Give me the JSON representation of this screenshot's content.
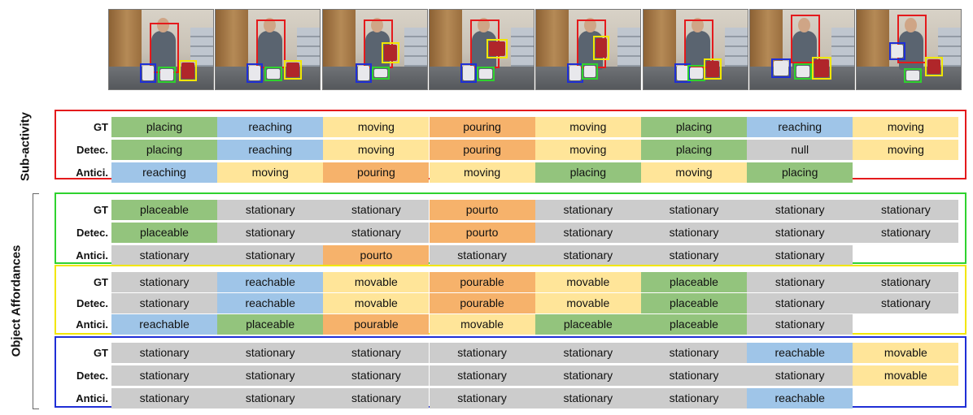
{
  "labels": {
    "sub_activity": "Sub-activity",
    "object_affordances": "Object Affordances"
  },
  "row_labels": [
    "GT",
    "Detec.",
    "Antici."
  ],
  "box_colors": {
    "person": "#e41a1c",
    "green_object": "#2fd22f",
    "yellow_object": "#f2e600",
    "blue_object": "#1f2fd6"
  },
  "cell_colors": {
    "placing": "#93c47d",
    "placeable": "#93c47d",
    "reaching": "#9fc5e8",
    "reachable": "#9fc5e8",
    "moving": "#ffe599",
    "movable": "#ffe599",
    "pouring": "#f6b26b",
    "pourable": "#f6b26b",
    "pourto": "#f6b26b",
    "stationary": "#cccccc",
    "null": "#cccccc"
  },
  "panels": [
    {
      "name": "sub-activity",
      "border_color": "#e41a1c",
      "rows": [
        [
          "placing",
          "reaching",
          "moving",
          "pouring",
          "moving",
          "placing",
          "reaching",
          "moving"
        ],
        [
          "placing",
          "reaching",
          "moving",
          "pouring",
          "moving",
          "placing",
          "null",
          "moving"
        ],
        [
          "reaching",
          "moving",
          "pouring",
          "moving",
          "placing",
          "moving",
          "placing",
          ""
        ]
      ]
    },
    {
      "name": "green-object-affordance",
      "border_color": "#2fd22f",
      "rows": [
        [
          "placeable",
          "stationary",
          "stationary",
          "pourto",
          "stationary",
          "stationary",
          "stationary",
          "stationary"
        ],
        [
          "placeable",
          "stationary",
          "stationary",
          "pourto",
          "stationary",
          "stationary",
          "stationary",
          "stationary"
        ],
        [
          "stationary",
          "stationary",
          "pourto",
          "stationary",
          "stationary",
          "stationary",
          "stationary",
          ""
        ]
      ]
    },
    {
      "name": "yellow-object-affordance",
      "border_color": "#f2e600",
      "rows": [
        [
          "stationary",
          "reachable",
          "movable",
          "pourable",
          "movable",
          "placeable",
          "stationary",
          "stationary"
        ],
        [
          "stationary",
          "reachable",
          "movable",
          "pourable",
          "movable",
          "placeable",
          "stationary",
          "stationary"
        ],
        [
          "reachable",
          "placeable",
          "pourable",
          "movable",
          "placeable",
          "placeable",
          "stationary",
          ""
        ]
      ]
    },
    {
      "name": "blue-object-affordance",
      "border_color": "#1f2fd6",
      "rows": [
        [
          "stationary",
          "stationary",
          "stationary",
          "stationary",
          "stationary",
          "stationary",
          "reachable",
          "movable"
        ],
        [
          "stationary",
          "stationary",
          "stationary",
          "stationary",
          "stationary",
          "stationary",
          "stationary",
          "movable"
        ],
        [
          "stationary",
          "stationary",
          "stationary",
          "stationary",
          "stationary",
          "stationary",
          "reachable",
          ""
        ]
      ]
    }
  ]
}
